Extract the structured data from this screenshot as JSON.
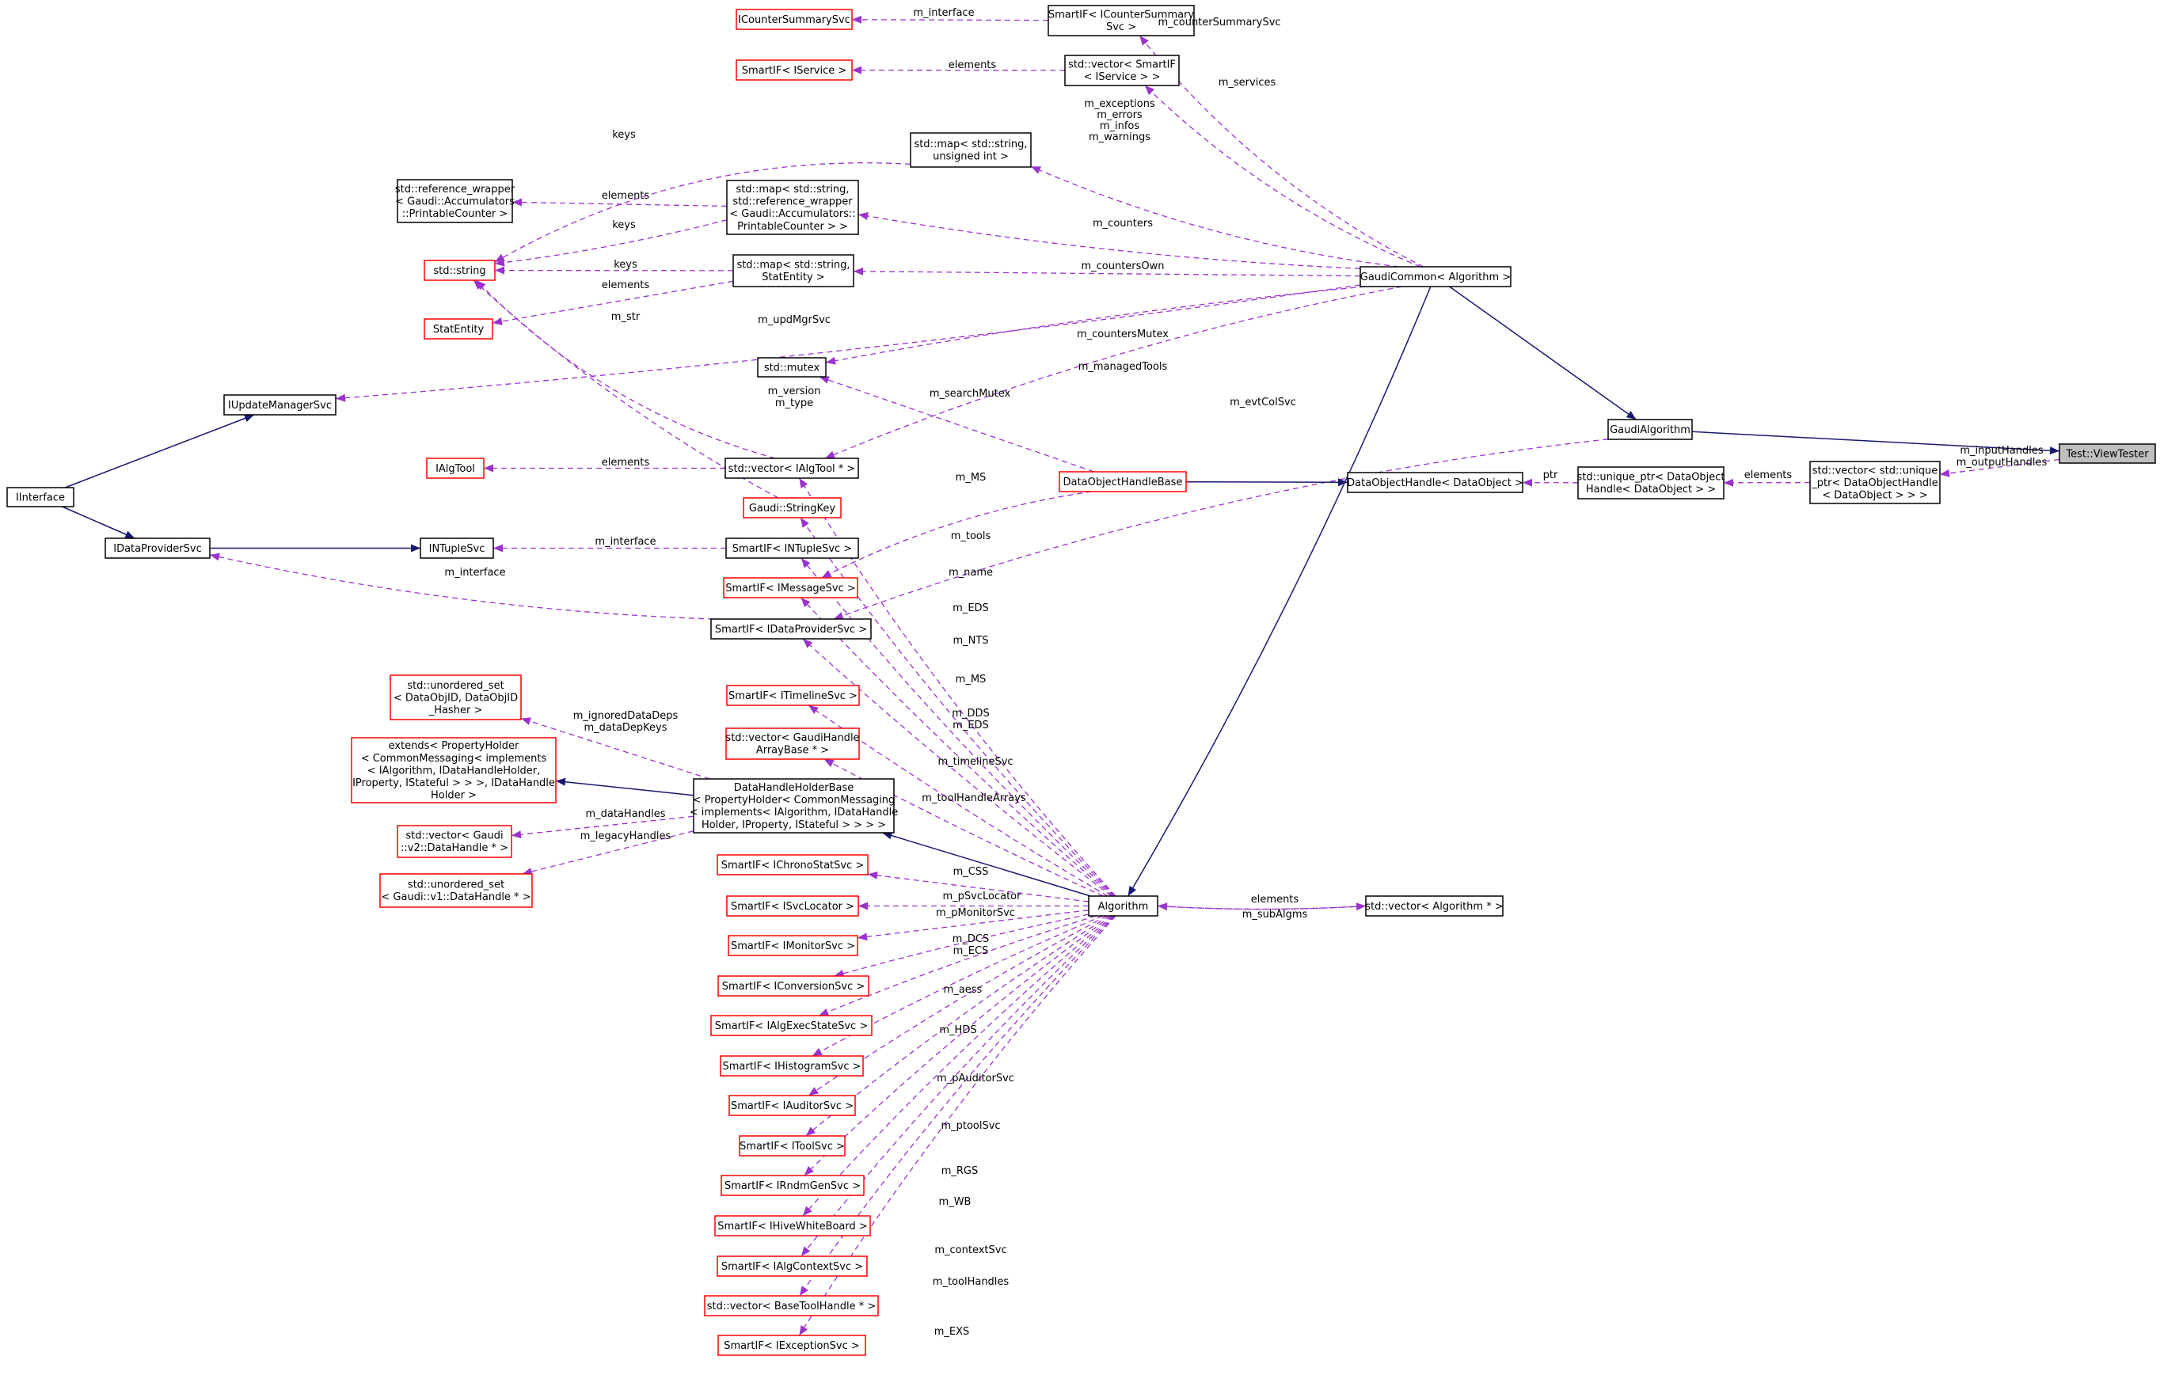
{
  "title": "Test::ViewTester",
  "colors": {
    "use_edge": "#9a32cd",
    "inherit_edge": "#191970",
    "documented_border": "#000000",
    "undocumented_border": "#ff0000",
    "focus_fill": "#bfbfbf"
  },
  "nodes": [
    {
      "id": "ccsummary",
      "lines": [
        "ICounterSummarySvc"
      ],
      "border": "red"
    },
    {
      "id": "smart_ccsummary",
      "lines": [
        "SmartIF< ICounterSummary",
        "Svc >"
      ],
      "border": "black"
    },
    {
      "id": "smart_iservice",
      "lines": [
        "SmartIF< IService >"
      ],
      "border": "red"
    },
    {
      "id": "vec_smart_iservice",
      "lines": [
        "std::vector< SmartIF",
        "< IService > >"
      ],
      "border": "black"
    },
    {
      "id": "map_string_uint",
      "lines": [
        "std::map< std::string,",
        "unsigned int >"
      ],
      "border": "black"
    },
    {
      "id": "refwrap",
      "lines": [
        "std::reference_wrapper",
        "< Gaudi::Accumulators",
        "::PrintableCounter >"
      ],
      "border": "black"
    },
    {
      "id": "map_string_refwrap",
      "lines": [
        "std::map< std::string,",
        "std::reference_wrapper",
        "< Gaudi::Accumulators::",
        "PrintableCounter > >"
      ],
      "border": "black"
    },
    {
      "id": "stdstring",
      "lines": [
        "std::string"
      ],
      "border": "red"
    },
    {
      "id": "map_string_stat",
      "lines": [
        "std::map< std::string,",
        "StatEntity >"
      ],
      "border": "black"
    },
    {
      "id": "statentity",
      "lines": [
        "StatEntity"
      ],
      "border": "red"
    },
    {
      "id": "gaudicommon",
      "lines": [
        "GaudiCommon< Algorithm >"
      ],
      "border": "black"
    },
    {
      "id": "mutex",
      "lines": [
        "std::mutex"
      ],
      "border": "black"
    },
    {
      "id": "iupdatemgr",
      "lines": [
        "IUpdateManagerSvc"
      ],
      "border": "black"
    },
    {
      "id": "gaudialg",
      "lines": [
        "GaudiAlgorithm"
      ],
      "border": "black"
    },
    {
      "id": "viewtester",
      "lines": [
        "Test::ViewTester"
      ],
      "border": "focus"
    },
    {
      "id": "iinterface",
      "lines": [
        "IInterface"
      ],
      "border": "black"
    },
    {
      "id": "ialgtool",
      "lines": [
        "IAlgTool"
      ],
      "border": "red"
    },
    {
      "id": "vec_ialgtool",
      "lines": [
        "std::vector< IAlgTool * >"
      ],
      "border": "black"
    },
    {
      "id": "dohb",
      "lines": [
        "DataObjectHandleBase"
      ],
      "border": "red"
    },
    {
      "id": "doh",
      "lines": [
        "DataObjectHandle< DataObject >"
      ],
      "border": "black"
    },
    {
      "id": "uptr_doh",
      "lines": [
        "std::unique_ptr< DataObject",
        "Handle< DataObject > >"
      ],
      "border": "black"
    },
    {
      "id": "vec_uptr_doh",
      "lines": [
        "std::vector< std::unique",
        "_ptr< DataObjectHandle",
        "< DataObject > > >"
      ],
      "border": "black"
    },
    {
      "id": "stringkey",
      "lines": [
        "Gaudi::StringKey"
      ],
      "border": "red"
    },
    {
      "id": "idataprov",
      "lines": [
        "IDataProviderSvc"
      ],
      "border": "black"
    },
    {
      "id": "intuplesvc",
      "lines": [
        "INTupleSvc"
      ],
      "border": "black"
    },
    {
      "id": "smart_intuple",
      "lines": [
        "SmartIF< INTupleSvc >"
      ],
      "border": "black"
    },
    {
      "id": "smart_imsg",
      "lines": [
        "SmartIF< IMessageSvc >"
      ],
      "border": "red"
    },
    {
      "id": "smart_idataprov",
      "lines": [
        "SmartIF< IDataProviderSvc >"
      ],
      "border": "black"
    },
    {
      "id": "smart_itimeline",
      "lines": [
        "SmartIF< ITimelineSvc >"
      ],
      "border": "red"
    },
    {
      "id": "uset_dataobjid",
      "lines": [
        "std::unordered_set",
        "< DataObjID, DataObjID",
        "_Hasher >"
      ],
      "border": "red"
    },
    {
      "id": "vec_gaudihandle",
      "lines": [
        "std::vector< GaudiHandle",
        "ArrayBase * >"
      ],
      "border": "red"
    },
    {
      "id": "extends_ph",
      "lines": [
        "extends< PropertyHolder",
        "< CommonMessaging< implements",
        "< IAlgorithm, IDataHandleHolder,",
        "IProperty, IStateful > > >, IDataHandle",
        "Holder >"
      ],
      "border": "red"
    },
    {
      "id": "dhhb",
      "lines": [
        "DataHandleHolderBase",
        "< PropertyHolder< CommonMessaging",
        "< implements< IAlgorithm, IDataHandle",
        "Holder, IProperty, IStateful > > > >"
      ],
      "border": "black"
    },
    {
      "id": "vec_v2_datahandle",
      "lines": [
        "std::vector< Gaudi",
        "::v2::DataHandle * >"
      ],
      "border": "red"
    },
    {
      "id": "uset_v1_datahandle",
      "lines": [
        "std::unordered_set",
        "< Gaudi::v1::DataHandle * >"
      ],
      "border": "red"
    },
    {
      "id": "smart_ichrono",
      "lines": [
        "SmartIF< IChronoStatSvc >"
      ],
      "border": "red"
    },
    {
      "id": "algorithm",
      "lines": [
        "Algorithm"
      ],
      "border": "black"
    },
    {
      "id": "vec_algorithm",
      "lines": [
        "std::vector< Algorithm * >"
      ],
      "border": "black"
    },
    {
      "id": "smart_isvcloc",
      "lines": [
        "SmartIF< ISvcLocator >"
      ],
      "border": "red"
    },
    {
      "id": "smart_imonitor",
      "lines": [
        "SmartIF< IMonitorSvc >"
      ],
      "border": "red"
    },
    {
      "id": "smart_iconv",
      "lines": [
        "SmartIF< IConversionSvc >"
      ],
      "border": "red"
    },
    {
      "id": "smart_ialgexec",
      "lines": [
        "SmartIF< IAlgExecStateSvc >"
      ],
      "border": "red"
    },
    {
      "id": "smart_ihisto",
      "lines": [
        "SmartIF< IHistogramSvc >"
      ],
      "border": "red"
    },
    {
      "id": "smart_iauditor",
      "lines": [
        "SmartIF< IAuditorSvc >"
      ],
      "border": "red"
    },
    {
      "id": "smart_itool",
      "lines": [
        "SmartIF< IToolSvc >"
      ],
      "border": "red"
    },
    {
      "id": "smart_irndm",
      "lines": [
        "SmartIF< IRndmGenSvc >"
      ],
      "border": "red"
    },
    {
      "id": "smart_ihive",
      "lines": [
        "SmartIF< IHiveWhiteBoard >"
      ],
      "border": "red"
    },
    {
      "id": "smart_ialgctx",
      "lines": [
        "SmartIF< IAlgContextSvc >"
      ],
      "border": "red"
    },
    {
      "id": "vec_basetool",
      "lines": [
        "std::vector< BaseToolHandle * >"
      ],
      "border": "red"
    },
    {
      "id": "smart_iexception",
      "lines": [
        "SmartIF< IExceptionSvc >"
      ],
      "border": "red"
    }
  ],
  "edge_labels": [
    "m_interface",
    "elements",
    "m_counterSummarySvc",
    "m_services",
    "m_exceptions",
    "m_errors",
    "m_infos",
    "m_warnings",
    "keys",
    "elements",
    "keys",
    "m_counters",
    "keys",
    "elements",
    "m_countersOwn",
    "m_str",
    "m_updMgrSvc",
    "m_countersMutex",
    "m_managedTools",
    "m_searchMutex",
    "m_version",
    "m_type",
    "m_evtColSvc",
    "m_inputHandles",
    "m_outputHandles",
    "elements",
    "ptr",
    "elements",
    "m_MS",
    "m_tools",
    "m_interface",
    "m_name",
    "m_interface",
    "m_EDS",
    "m_NTS",
    "m_MS",
    "m_DDS",
    "m_EDS",
    "m_timelineSvc",
    "m_ignoredDataDeps",
    "m_dataDepKeys",
    "m_toolHandleArrays",
    "m_dataHandles",
    "m_legacyHandles",
    "m_CSS",
    "m_pSvcLocator",
    "m_pMonitorSvc",
    "m_DCS",
    "m_ECS",
    "m_aess",
    "m_HDS",
    "m_pAuditorSvc",
    "m_ptoolSvc",
    "m_RGS",
    "m_WB",
    "m_contextSvc",
    "m_toolHandles",
    "m_EXS",
    "elements",
    "m_subAlgms"
  ]
}
